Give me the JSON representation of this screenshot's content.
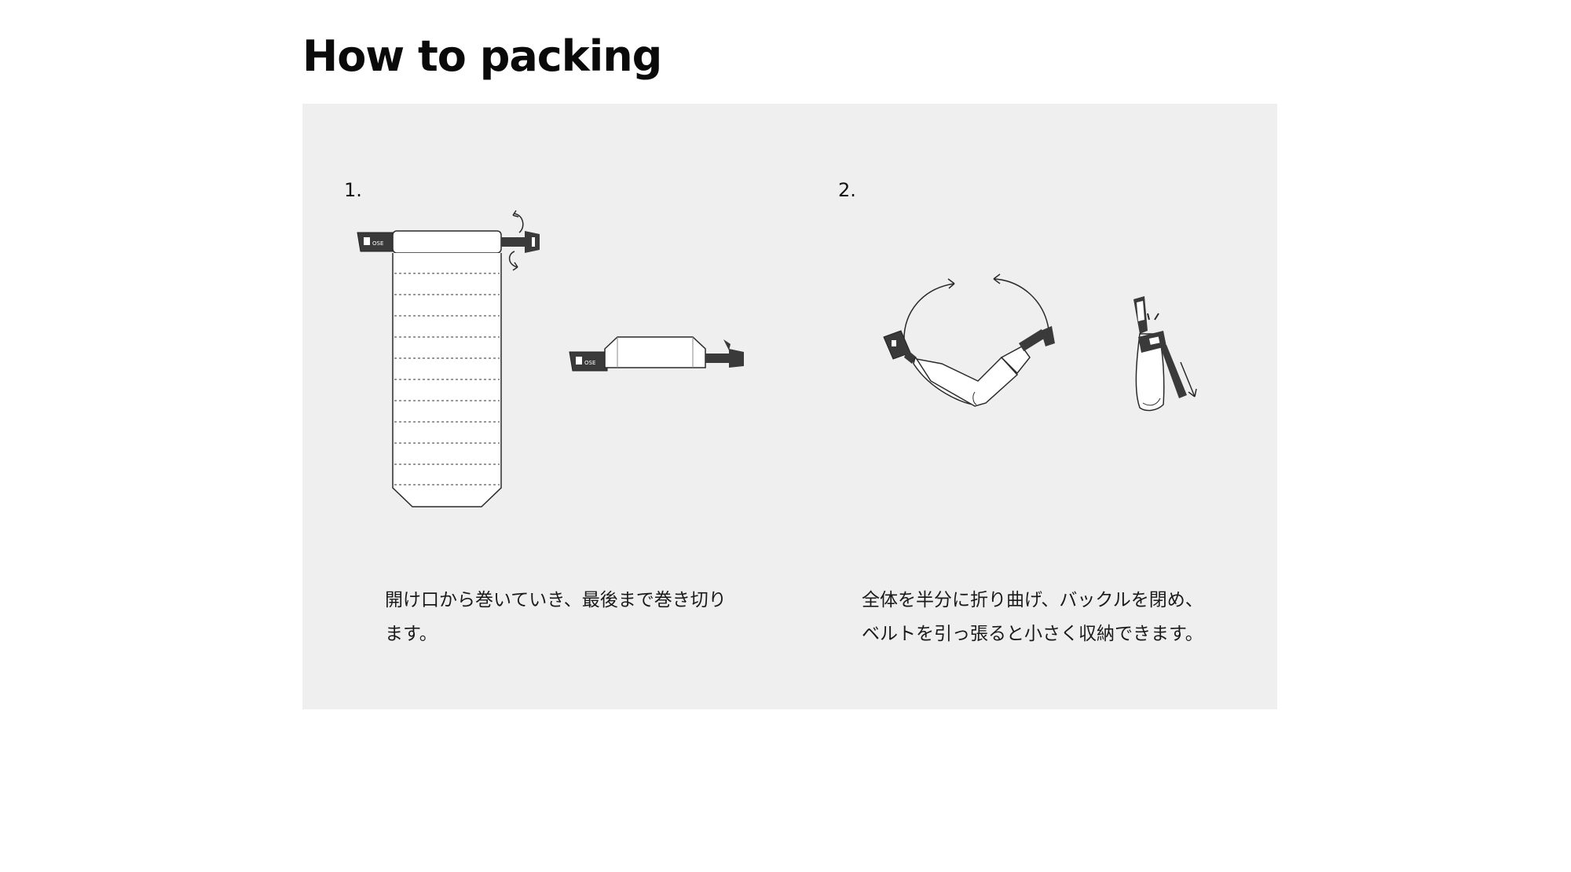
{
  "page": {
    "title": "How to packing"
  },
  "steps": [
    {
      "number": "1.",
      "caption_lines": [
        "開け口から巻いていき、最後まで巻き切り",
        "ます。"
      ]
    },
    {
      "number": "2.",
      "caption_lines": [
        "全体を半分に折り曲げ、バックルを閉め、",
        "ベルトを引っ張ると小さく収納できます。"
      ]
    }
  ],
  "logo_text": "OSE",
  "colors": {
    "panel_background": "#efefef",
    "bag_fill": "#ffffff",
    "strap": "#3a3a3a",
    "line_art": "#2a2a2a"
  },
  "icons": [
    "roll-arrow-icon",
    "fold-arrow-icon",
    "pull-arrow-icon",
    "click-mark-icon"
  ]
}
